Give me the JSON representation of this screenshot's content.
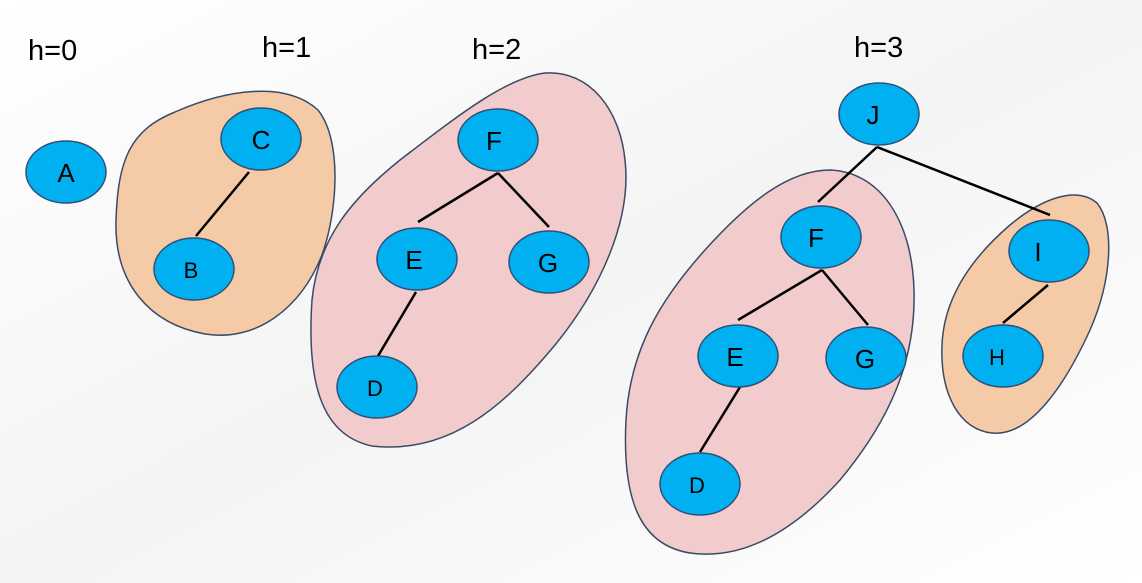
{
  "colors": {
    "node_fill": "#00b0f0",
    "node_stroke": "#2f4f78",
    "blob_orange": "#f5cba7",
    "blob_pink": "#f2cccc",
    "edge": "#000000"
  },
  "height_labels": {
    "h0": "h=0",
    "h1": "h=1",
    "h2": "h=2",
    "h3": "h=3"
  },
  "trees": {
    "h0": {
      "nodes": {
        "A": "A"
      }
    },
    "h1": {
      "nodes": {
        "C": "C",
        "B": "B"
      }
    },
    "h2": {
      "nodes": {
        "F": "F",
        "E": "E",
        "G": "G",
        "D": "D"
      }
    },
    "h3": {
      "nodes": {
        "J": "J",
        "F": "F",
        "E": "E",
        "G": "G",
        "D": "D",
        "I": "I",
        "H": "H"
      }
    }
  }
}
